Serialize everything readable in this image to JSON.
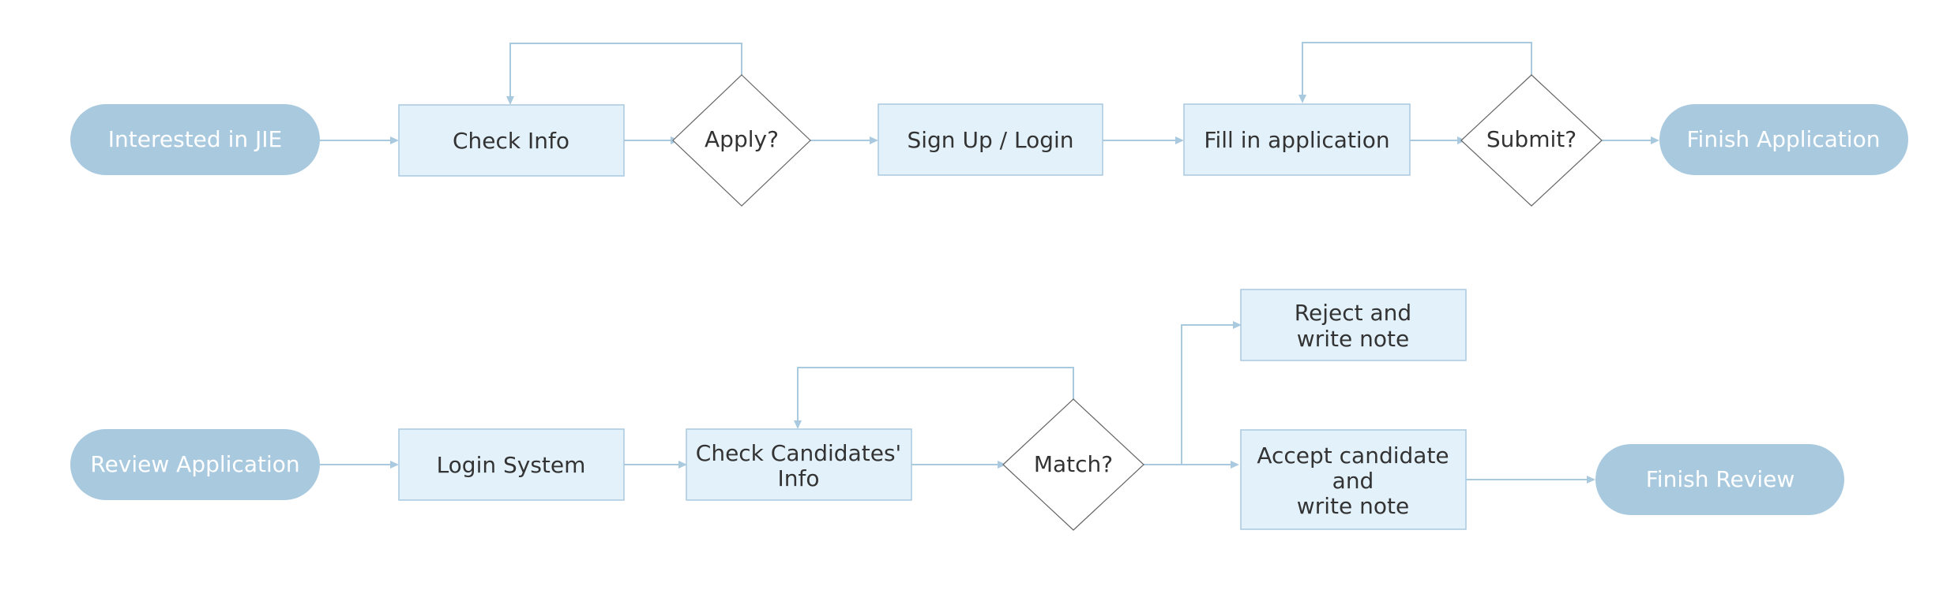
{
  "nodes": {
    "interested": "Interested in JIE",
    "check_info": "Check Info",
    "apply": "Apply?",
    "signup": "Sign Up / Login",
    "fill_app": "Fill in application",
    "submit": "Submit?",
    "finish_app": "Finish Application",
    "review_app": "Review Application",
    "login_system": "Login System",
    "check_cand": [
      "Check Candidates'",
      "Info"
    ],
    "match": "Match?",
    "reject": [
      "Reject and",
      "write note"
    ],
    "accept": [
      "Accept candidate",
      "and",
      "write note"
    ],
    "finish_review": "Finish Review"
  },
  "colors": {
    "terminal_fill": "#a9c9df",
    "process_fill": "#e3f1fa",
    "connector": "#a9c9df",
    "decision_stroke": "#666666"
  }
}
